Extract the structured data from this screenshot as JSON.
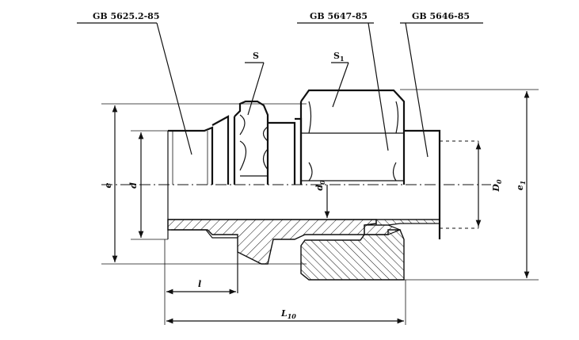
{
  "callouts": {
    "fitting_a": "GB 5625.2-85",
    "fitting_b": "GB 5647-85",
    "fitting_c": "GB 5646-85"
  },
  "hex_labels": {
    "s": "S",
    "s1": "S",
    "s1_sub": "1"
  },
  "dimensions": {
    "e": "e",
    "d": "d",
    "d0": "d",
    "d0_sub": "0",
    "D0": "D",
    "D0_sub": "0",
    "e1": "e",
    "e1_sub": "1",
    "l": "l",
    "L10": "L",
    "L10_sub": "10"
  }
}
